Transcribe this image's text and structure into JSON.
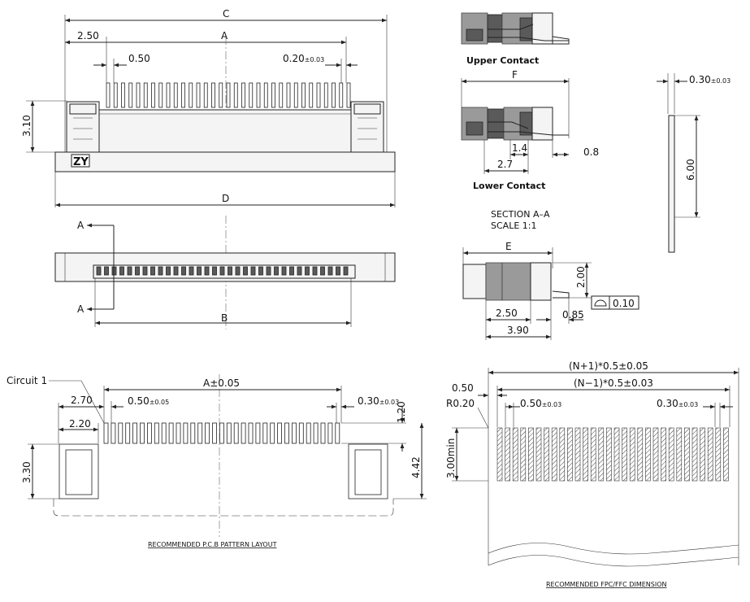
{
  "top_view": {
    "dim_C": "C",
    "dim_A": "A",
    "dim_250": "2.50",
    "pitch": "0.50",
    "pin_width": "0.20",
    "pin_width_tol": "±0.03",
    "height": "3.10",
    "logo": "ZY",
    "dim_D": "D"
  },
  "bottom_view": {
    "section_mark_top": "A",
    "section_mark_bottom": "A",
    "dim_B": "B"
  },
  "section": {
    "upper_contact": "Upper Contact",
    "lower_contact": "Lower Contact",
    "dim_F": "F",
    "dim_14": "1.4",
    "dim_08": "0.8",
    "dim_27": "2.7",
    "section_label": "SECTION  A–A",
    "scale_label": "SCALE     1:1"
  },
  "fpc_side": {
    "thickness": "0.30",
    "thickness_tol": "±0.03",
    "length": "6.00"
  },
  "side_view": {
    "dim_E": "E",
    "height": "2.00",
    "dim_250": "2.50",
    "dim_085": "0.85",
    "flatness": "0.10",
    "dim_390": "3.90"
  },
  "pcb": {
    "circuit": "Circuit 1",
    "dim_A": "A±0.05",
    "dim_270": "2.70",
    "pitch": "0.50",
    "pitch_tol": "±0.05",
    "pad_width": "0.30",
    "pad_width_tol": "±0.03",
    "dim_220": "2.20",
    "pad_length": "1.20",
    "dim_330": "3.30",
    "dim_442": "4.42",
    "title": "RECOMMENDED P.C.B PATTERN LAYOUT"
  },
  "fpc": {
    "width_total": "(N+1)*0.5±0.05",
    "width_inner": "(N−1)*0.5±0.03",
    "edge": "0.50",
    "radius": "R0.20",
    "pitch": "0.50",
    "pitch_tol": "±0.03",
    "finger_width": "0.30",
    "finger_tol": "±0.03",
    "finger_length": "3.00min",
    "title": "RECOMMENDED FPC/FFC DIMENSION"
  }
}
